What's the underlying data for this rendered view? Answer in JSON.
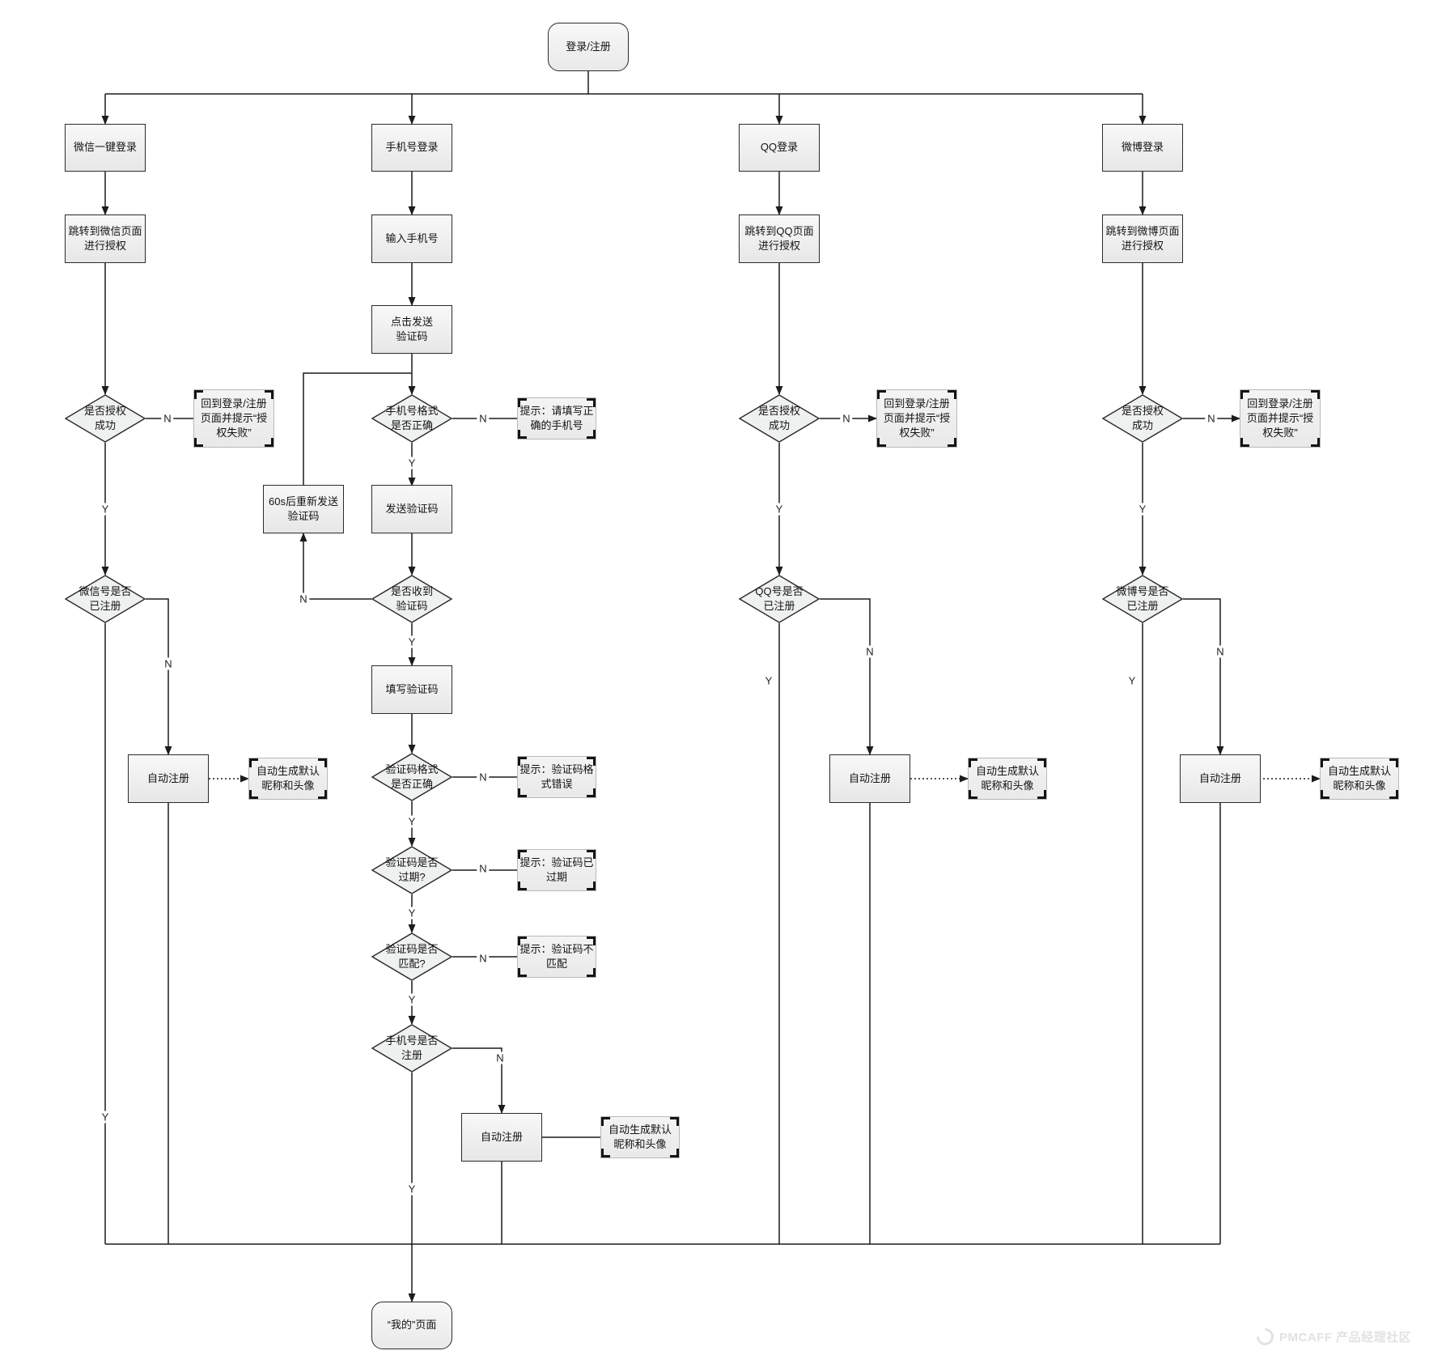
{
  "diagram": {
    "edge_labels": {
      "yes": "Y",
      "no": "N"
    },
    "nodes": {
      "start": {
        "label": "登录/注册"
      },
      "wechat_login": {
        "label": "微信一键登录"
      },
      "wechat_jump": {
        "label": "跳转到微信页面\n进行授权"
      },
      "wechat_auth_ok": {
        "label": "是否授权\n成功"
      },
      "wechat_auth_fail": {
        "label": "回到登录/注册\n页面并提示“授\n权失败”"
      },
      "wechat_registered": {
        "label": "微信号是否\n已注册"
      },
      "wechat_auto_register": {
        "label": "自动注册"
      },
      "wechat_auto_profile": {
        "label": "自动生成默认\n昵称和头像"
      },
      "phone_login": {
        "label": "手机号登录"
      },
      "phone_input": {
        "label": "输入手机号"
      },
      "phone_send_code": {
        "label": "点击发送\n验证码"
      },
      "phone_format_ok": {
        "label": "手机号格式\n是否正确"
      },
      "phone_format_tip": {
        "label": "提示：请填写正\n确的手机号"
      },
      "resend_60s": {
        "label": "60s后重新发送\n验证码"
      },
      "send_code": {
        "label": "发送验证码"
      },
      "code_received": {
        "label": "是否收到\n验证码"
      },
      "fill_code": {
        "label": "填写验证码"
      },
      "code_format_ok": {
        "label": "验证码格式\n是否正确"
      },
      "code_format_tip": {
        "label": "提示：验证码格\n式错误"
      },
      "code_expired": {
        "label": "验证码是否\n过期?"
      },
      "code_expired_tip": {
        "label": "提示：验证码已\n过期"
      },
      "code_match": {
        "label": "验证码是否\n匹配?"
      },
      "code_match_tip": {
        "label": "提示：验证码不\n匹配"
      },
      "phone_registered": {
        "label": "手机号是否\n注册"
      },
      "phone_auto_register": {
        "label": "自动注册"
      },
      "phone_auto_profile": {
        "label": "自动生成默认\n昵称和头像"
      },
      "qq_login": {
        "label": "QQ登录"
      },
      "qq_jump": {
        "label": "跳转到QQ页面\n进行授权"
      },
      "qq_auth_ok": {
        "label": "是否授权\n成功"
      },
      "qq_auth_fail": {
        "label": "回到登录/注册\n页面并提示“授\n权失败”"
      },
      "qq_registered": {
        "label": "QQ号是否\n已注册"
      },
      "qq_auto_register": {
        "label": "自动注册"
      },
      "qq_auto_profile": {
        "label": "自动生成默认\n昵称和头像"
      },
      "weibo_login": {
        "label": "微博登录"
      },
      "weibo_jump": {
        "label": "跳转到微博页面\n进行授权"
      },
      "weibo_auth_ok": {
        "label": "是否授权\n成功"
      },
      "weibo_auth_fail": {
        "label": "回到登录/注册\n页面并提示“授\n权失败”"
      },
      "weibo_registered": {
        "label": "微博号是否\n已注册"
      },
      "weibo_auto_register": {
        "label": "自动注册"
      },
      "weibo_auto_profile": {
        "label": "自动生成默认\n昵称和头像"
      },
      "my_page": {
        "label": "“我的”页面"
      }
    },
    "watermark": {
      "text": "PMCAFF 产品经理社区"
    }
  }
}
